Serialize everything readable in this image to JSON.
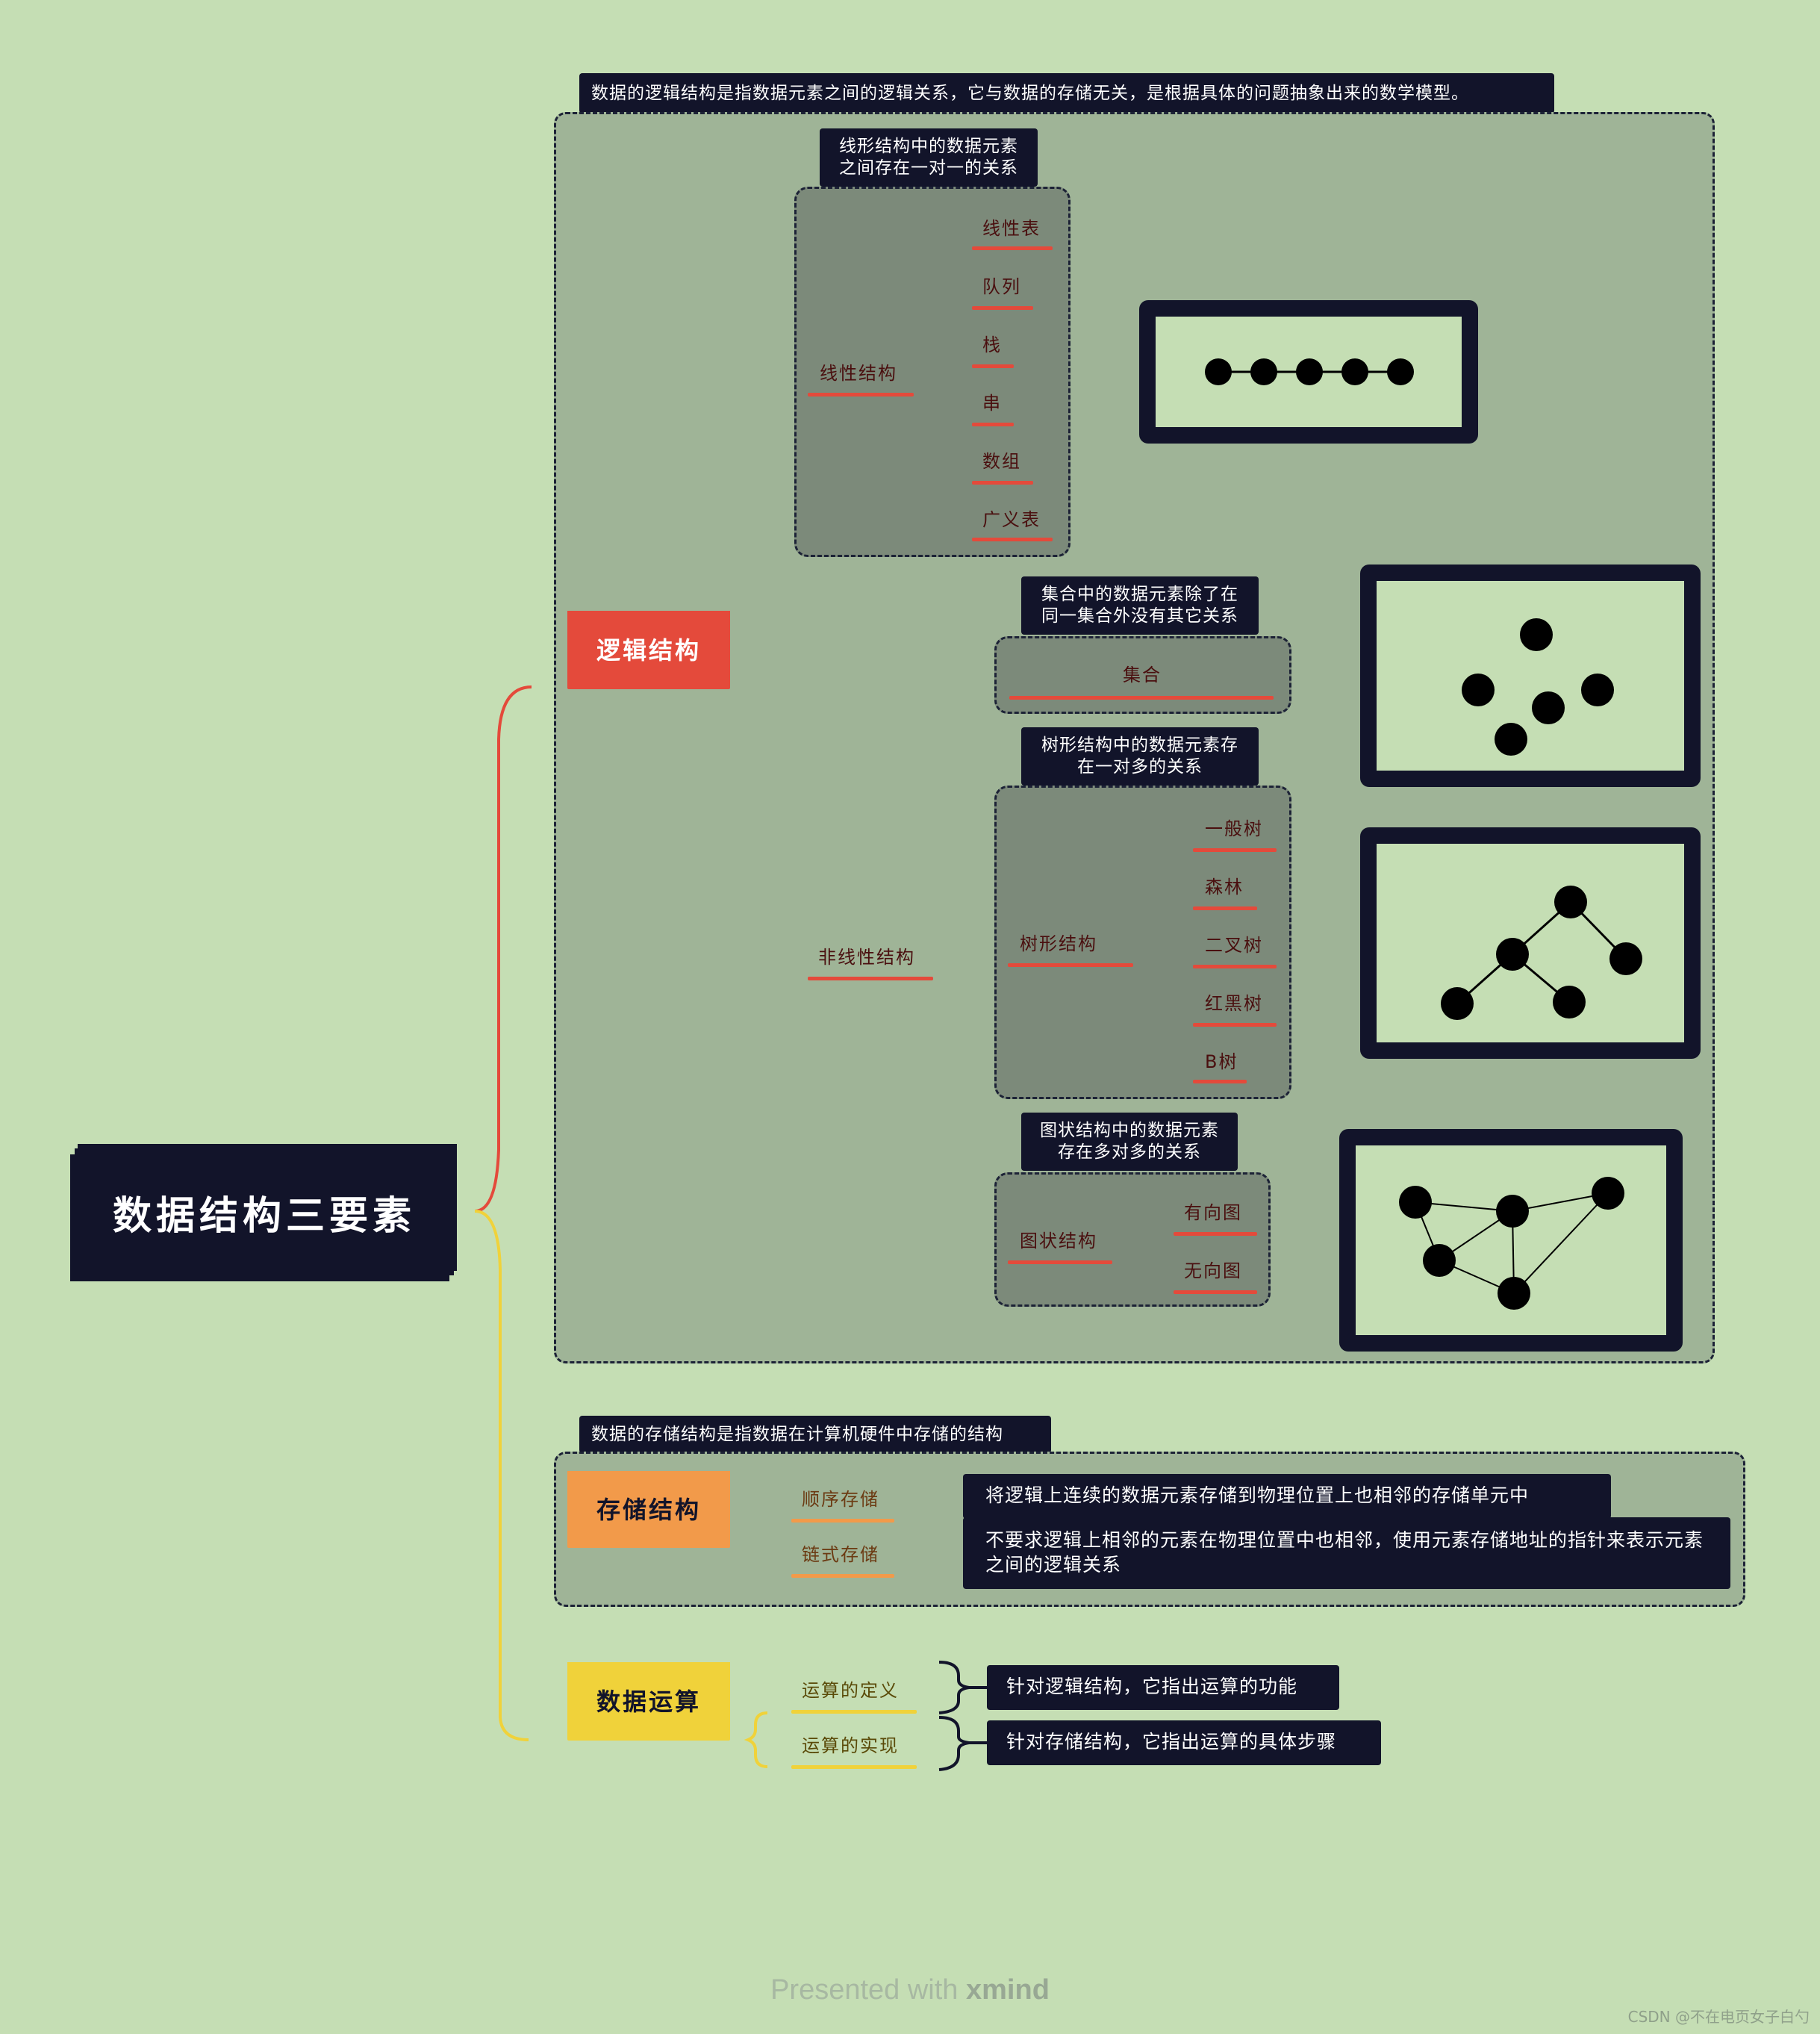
{
  "central_topic": "数据结构三要素",
  "logical": {
    "note": "数据的逻辑结构是指数据元素之间的逻辑关系，它与数据的存储无关，是根据具体的问题抽象出来的数学模型。",
    "label": "逻辑结构",
    "linear": {
      "note": "线形结构中的数据元素之间存在一对一的关系",
      "label": "线性结构",
      "items": [
        "线性表",
        "队列",
        "栈",
        "串",
        "数组",
        "广义表"
      ]
    },
    "nonlinear": {
      "label": "非线性结构",
      "set": {
        "note": "集合中的数据元素除了在同一集合外没有其它关系",
        "label": "集合"
      },
      "tree": {
        "note": "树形结构中的数据元素存在一对多的关系",
        "label": "树形结构",
        "items": [
          "一般树",
          "森林",
          "二叉树",
          "红黑树",
          "B树"
        ]
      },
      "graph": {
        "note": "图状结构中的数据元素存在多对多的关系",
        "label": "图状结构",
        "items": [
          "有向图",
          "无向图"
        ]
      }
    }
  },
  "storage": {
    "note": "数据的存储结构是指数据在计算机硬件中存储的结构",
    "label": "存储结构",
    "items": [
      {
        "label": "顺序存储",
        "desc": "将逻辑上连续的数据元素存储到物理位置上也相邻的存储单元中"
      },
      {
        "label": "链式存储",
        "desc": "不要求逻辑上相邻的元素在物理位置中也相邻，使用元素存储地址的指针来表示元素之间的逻辑关系"
      }
    ]
  },
  "operation": {
    "label": "数据运算",
    "items": [
      {
        "label": "运算的定义",
        "desc": "针对逻辑结构，它指出运算的功能"
      },
      {
        "label": "运算的实现",
        "desc": "针对存储结构，它指出运算的具体步骤"
      }
    ]
  },
  "footer": {
    "prefix": "Presented with ",
    "brand": "xmind"
  },
  "watermark": "CSDN @不在电页女子白勺",
  "colors": {
    "background": "#c5deb4",
    "logical": "#e44a3b",
    "storage": "#f29a4a",
    "operation": "#f0d23a",
    "dark": "#12142a"
  }
}
